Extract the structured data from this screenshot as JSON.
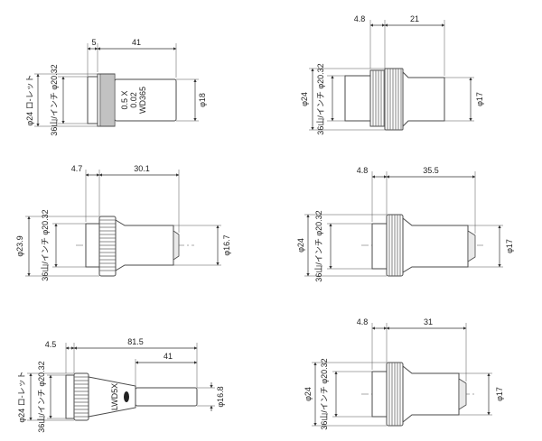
{
  "objectives": [
    {
      "id": "top-left",
      "top_dims": [
        {
          "label": "5"
        },
        {
          "label": "41"
        }
      ],
      "left_dims": [
        {
          "label": "φ24 ロ-レット"
        },
        {
          "label": "36山/インチ φ20.32"
        }
      ],
      "right_dims": [
        {
          "label": "φ18"
        }
      ],
      "body_text": [
        "0.5 X",
        "0.02",
        "WD365"
      ]
    },
    {
      "id": "top-right",
      "top_dims": [
        {
          "label": "4.8"
        },
        {
          "label": "21"
        }
      ],
      "left_dims": [
        {
          "label": "φ24"
        },
        {
          "label": "36山/インチ φ20.32"
        }
      ],
      "right_dims": [
        {
          "label": "φ17"
        }
      ],
      "body_text": []
    },
    {
      "id": "mid-left",
      "top_dims": [
        {
          "label": "4.7"
        },
        {
          "label": "30.1"
        }
      ],
      "left_dims": [
        {
          "label": "φ23.9"
        },
        {
          "label": "36山/インチ φ20.32"
        }
      ],
      "right_dims": [
        {
          "label": "φ16.7"
        }
      ],
      "body_text": []
    },
    {
      "id": "mid-right",
      "top_dims": [
        {
          "label": "4.8"
        },
        {
          "label": "35.5"
        }
      ],
      "left_dims": [
        {
          "label": "φ24"
        },
        {
          "label": "36山/インチ φ20.32"
        }
      ],
      "right_dims": [
        {
          "label": "φ17"
        }
      ],
      "body_text": []
    },
    {
      "id": "bottom-left",
      "top_dims": [
        {
          "label": "4.5"
        },
        {
          "label": "81.5"
        },
        {
          "label": "41"
        }
      ],
      "left_dims": [
        {
          "label": "φ24 ロ-レット"
        },
        {
          "label": "36山/インチ φ20.32"
        }
      ],
      "right_dims": [
        {
          "label": "φ16.8"
        }
      ],
      "body_text": [
        "LWD5X"
      ]
    },
    {
      "id": "bottom-right",
      "top_dims": [
        {
          "label": "4.8"
        },
        {
          "label": "31"
        }
      ],
      "left_dims": [
        {
          "label": "φ24"
        },
        {
          "label": "36山/インチ φ20.32"
        }
      ],
      "right_dims": [
        {
          "label": "φ17"
        }
      ],
      "body_text": []
    }
  ]
}
